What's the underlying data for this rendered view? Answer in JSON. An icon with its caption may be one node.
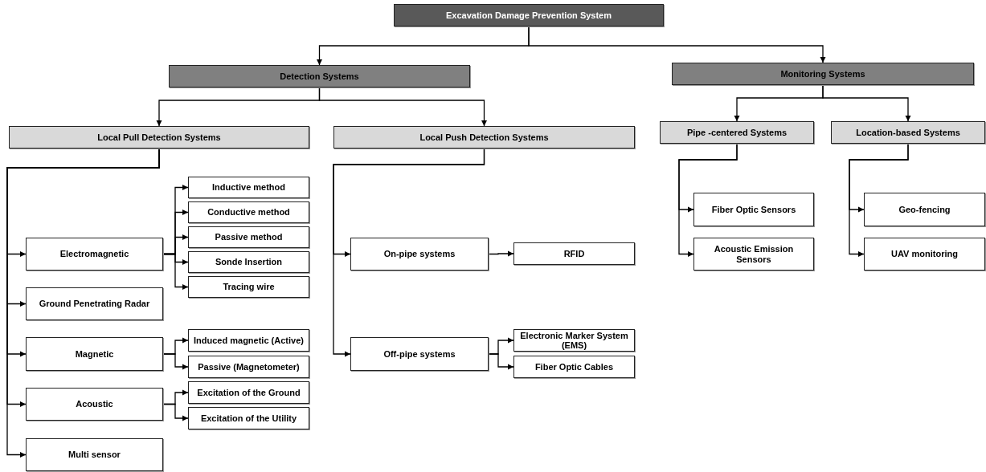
{
  "diagram": {
    "nodes": [
      {
        "text": [
          "Excavation Damage Prevention System"
        ]
      },
      {
        "text": [
          "Detection Systems"
        ]
      },
      {
        "text": [
          "Monitoring Systems"
        ]
      },
      {
        "text": [
          "Local Pull Detection Systems"
        ]
      },
      {
        "text": [
          "Local Push Detection Systems"
        ]
      },
      {
        "text": [
          "Pipe -centered Systems"
        ]
      },
      {
        "text": [
          "Location-based Systems"
        ]
      },
      {
        "text": [
          "Electromagnetic"
        ]
      },
      {
        "text": [
          "Inductive method"
        ]
      },
      {
        "text": [
          "Conductive method"
        ]
      },
      {
        "text": [
          "Passive method"
        ]
      },
      {
        "text": [
          "Sonde Insertion"
        ]
      },
      {
        "text": [
          "Tracing wire"
        ]
      },
      {
        "text": [
          "Ground Penetrating Radar"
        ]
      },
      {
        "text": [
          "Magnetic"
        ]
      },
      {
        "text": [
          "Induced magnetic (Active)"
        ]
      },
      {
        "text": [
          "Passive (Magnetometer)"
        ]
      },
      {
        "text": [
          "Acoustic"
        ]
      },
      {
        "text": [
          "Excitation of the Ground"
        ]
      },
      {
        "text": [
          "Excitation of the Utility"
        ]
      },
      {
        "text": [
          "Multi sensor"
        ]
      },
      {
        "text": [
          "On-pipe systems"
        ]
      },
      {
        "text": [
          "RFID"
        ]
      },
      {
        "text": [
          "Off-pipe systems"
        ]
      },
      {
        "text": [
          "Electronic Marker System (EMS)"
        ]
      },
      {
        "text": [
          "Fiber Optic Cables"
        ]
      },
      {
        "text": [
          "Fiber Optic Sensors"
        ]
      },
      {
        "text": [
          "Acoustic Emission Sensors"
        ]
      },
      {
        "text": [
          "Geo-fencing"
        ]
      },
      {
        "text": [
          "UAV monitoring"
        ]
      }
    ],
    "edges": [
      {
        "from": 0,
        "to": 1,
        "arrow": "to"
      },
      {
        "from": 0,
        "to": 2,
        "arrow": "to"
      },
      {
        "from": 1,
        "to": 3,
        "arrow": "to"
      },
      {
        "from": 1,
        "to": 4,
        "arrow": "to"
      },
      {
        "from": 2,
        "to": 5,
        "arrow": "to"
      },
      {
        "from": 2,
        "to": 6,
        "arrow": "to"
      },
      {
        "from": 3,
        "to": 7,
        "arrow": "to"
      },
      {
        "from": 3,
        "to": 13,
        "arrow": "to"
      },
      {
        "from": 3,
        "to": 14,
        "arrow": "to"
      },
      {
        "from": 3,
        "to": 17,
        "arrow": "to"
      },
      {
        "from": 3,
        "to": 20,
        "arrow": "to"
      },
      {
        "from": 7,
        "to": 8,
        "arrow": "to"
      },
      {
        "from": 7,
        "to": 9,
        "arrow": "to"
      },
      {
        "from": 7,
        "to": 10,
        "arrow": "to"
      },
      {
        "from": 7,
        "to": 11,
        "arrow": "to"
      },
      {
        "from": 7,
        "to": 12,
        "arrow": "to"
      },
      {
        "from": 14,
        "to": 15,
        "arrow": "to"
      },
      {
        "from": 14,
        "to": 16,
        "arrow": "to"
      },
      {
        "from": 17,
        "to": 18,
        "arrow": "to"
      },
      {
        "from": 17,
        "to": 19,
        "arrow": "to"
      },
      {
        "from": 4,
        "to": 21,
        "arrow": "to"
      },
      {
        "from": 4,
        "to": 23,
        "arrow": "to"
      },
      {
        "from": 21,
        "to": 22,
        "arrow": "to"
      },
      {
        "from": 23,
        "to": 24,
        "arrow": "to"
      },
      {
        "from": 23,
        "to": 25,
        "arrow": "to"
      },
      {
        "from": 5,
        "to": 26,
        "arrow": "to"
      },
      {
        "from": 5,
        "to": 27,
        "arrow": "to"
      },
      {
        "from": 6,
        "to": 28,
        "arrow": "to"
      },
      {
        "from": 6,
        "to": 29,
        "arrow": "to"
      }
    ]
  }
}
